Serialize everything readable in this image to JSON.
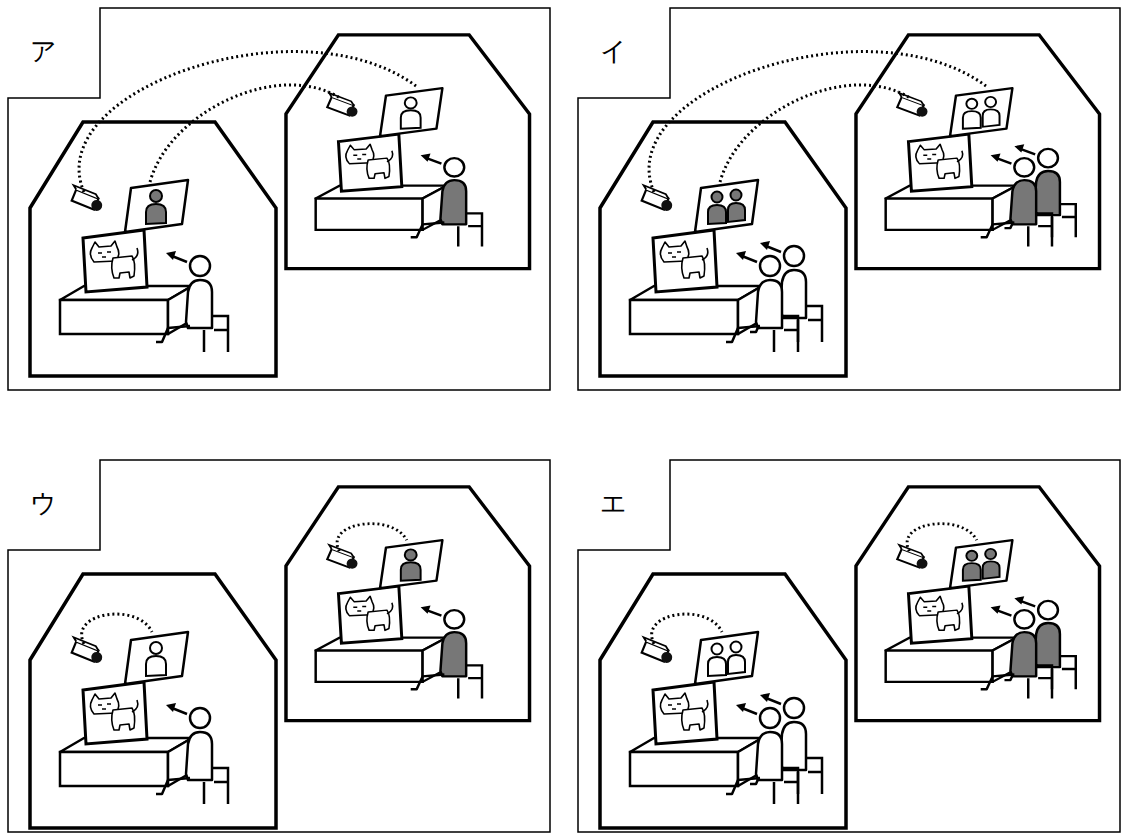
{
  "diagram": {
    "nodes": [
      {
        "text": [
          "ア"
        ]
      },
      {
        "text": [
          "イ"
        ]
      },
      {
        "text": [
          "ウ"
        ]
      },
      {
        "text": [
          "エ"
        ]
      }
    ]
  }
}
